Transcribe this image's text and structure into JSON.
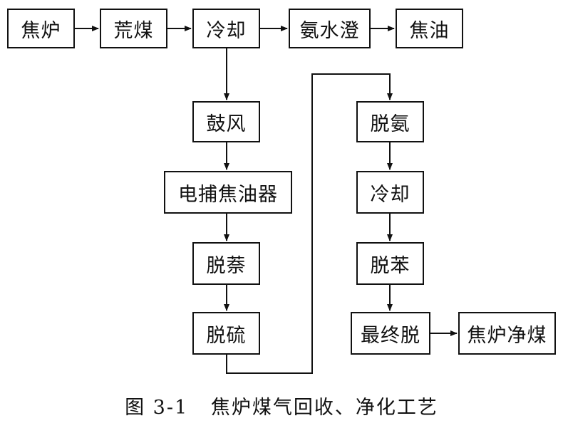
{
  "nodes": {
    "jiaolu": "焦炉",
    "huangmei": "荒煤",
    "lengque1": "冷却",
    "anshuideng": "氨水澄",
    "jiaoyou": "焦油",
    "gufeng": "鼓风",
    "dianbu": "电捕焦油器",
    "tuonai": "脱萘",
    "tuoliu": "脱硫",
    "tuoan": "脱氨",
    "lengque2": "冷却",
    "tuoben": "脱苯",
    "zuizhong": "最终脱",
    "jingmei": "焦炉净煤"
  },
  "caption": "图 3-1   焦炉煤气回收、净化工艺",
  "colors": {
    "line": "#111111",
    "background": "#ffffff"
  }
}
